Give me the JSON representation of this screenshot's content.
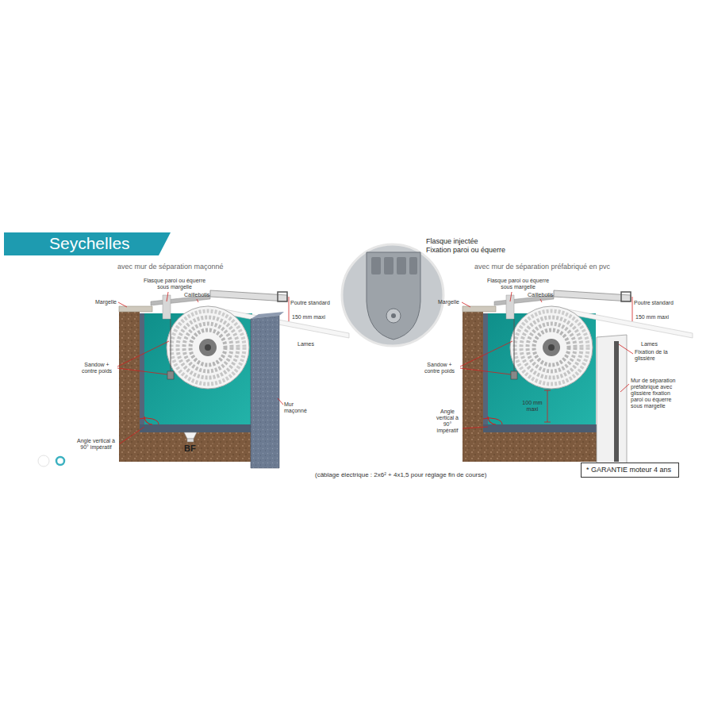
{
  "diagram": {
    "title": "Seychelles",
    "caption": "(câblage électrique : 2x6² + 4x1,5 pour réglage fin de course)",
    "nodes": [
      {
        "text": [
          "* GARANTIE moteur 4 ans"
        ]
      }
    ],
    "labels": [
      "avec mur de séparation maçonné",
      "Flasque paroi ou équerre sous margelle",
      "Margelle",
      "Caillebotis",
      "Poutre standard",
      "150 mm maxi",
      "Lames",
      "Sandow + contre poids",
      "Mur maçonné",
      "Angle vertical à 90° impératif",
      "BF",
      "Flasque injectée",
      "Fixation paroi ou équerre",
      "avec mur de séparation préfabriqué en pvc",
      "Flasque paroi ou équerre sous margelle",
      "Margelle",
      "Caillebotis",
      "Poutre standard",
      "150 mm maxi",
      "Lames",
      "Fixation de la glissière",
      "Sandow + contre poids",
      "100 mm maxi",
      "Mur de séparation préfabriqué avec glissière fixation paroi ou équerre sous margelle",
      "Angle vertical à 90° impératif"
    ]
  }
}
